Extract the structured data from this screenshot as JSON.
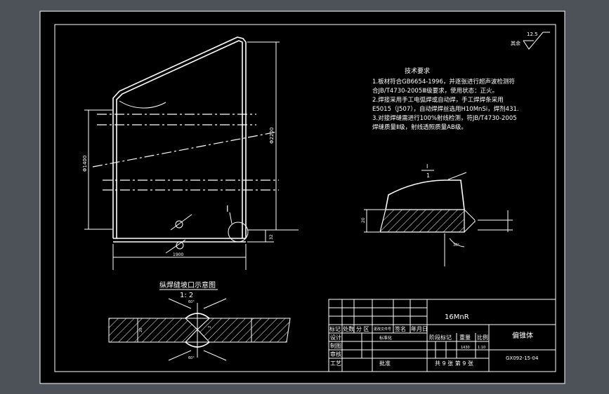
{
  "drawing": {
    "roughness_value": "12.5",
    "roughness_label": "其余",
    "tech_title": "技术要求",
    "tech_notes": [
      "1.板材符合GB6654-1996，并逐张进行超声波检测符",
      "合JB/T4730-2005Ⅲ级要求，使用状态：正火。",
      "2.焊接采用手工电弧焊或自动焊，手工焊焊条采用",
      "E5015（J507），自动焊焊丝选用H10MnSi，焊剂431.",
      "3.对接焊缝需进行100%射线检测，符JB/T4730-2005",
      "焊缝质量Ⅱ级，射线透照质量AB级。"
    ],
    "view_label_I": "I",
    "dim_left": "Φ1400",
    "dim_right": "Φ2200",
    "dim_bottom": "1900",
    "dim_small": "32",
    "detail_mark_top": "I",
    "detail_mark_bottom": "1",
    "detail_scale_dim": "20",
    "detail_angle": "30°",
    "weld_section_title": "纵焊缝坡口示意图",
    "weld_section_scale": "1: 2",
    "weld_angle_top": "60°",
    "weld_angle_bottom": "60°",
    "weld_dim_2": "2",
    "weld_dim_t": "20"
  },
  "title_block": {
    "material": "16MnR",
    "part_name": "偏锥体",
    "drawing_no": "GX092-15-04",
    "row_labels": [
      "标记",
      "处数",
      "分 区",
      "更改文件号",
      "签名",
      "年月日"
    ],
    "design_label": "设计",
    "standard_label": "标准化",
    "draw_label": "制图",
    "check_label": "审核",
    "process_label": "工艺",
    "approve_label": "批准",
    "stage_label": "阶段标记",
    "weight_label": "重量",
    "scale_label": "比例",
    "weight_value": "1430",
    "scale_value": "1:10",
    "sheet_text": "共 9 张  第 9 张"
  }
}
